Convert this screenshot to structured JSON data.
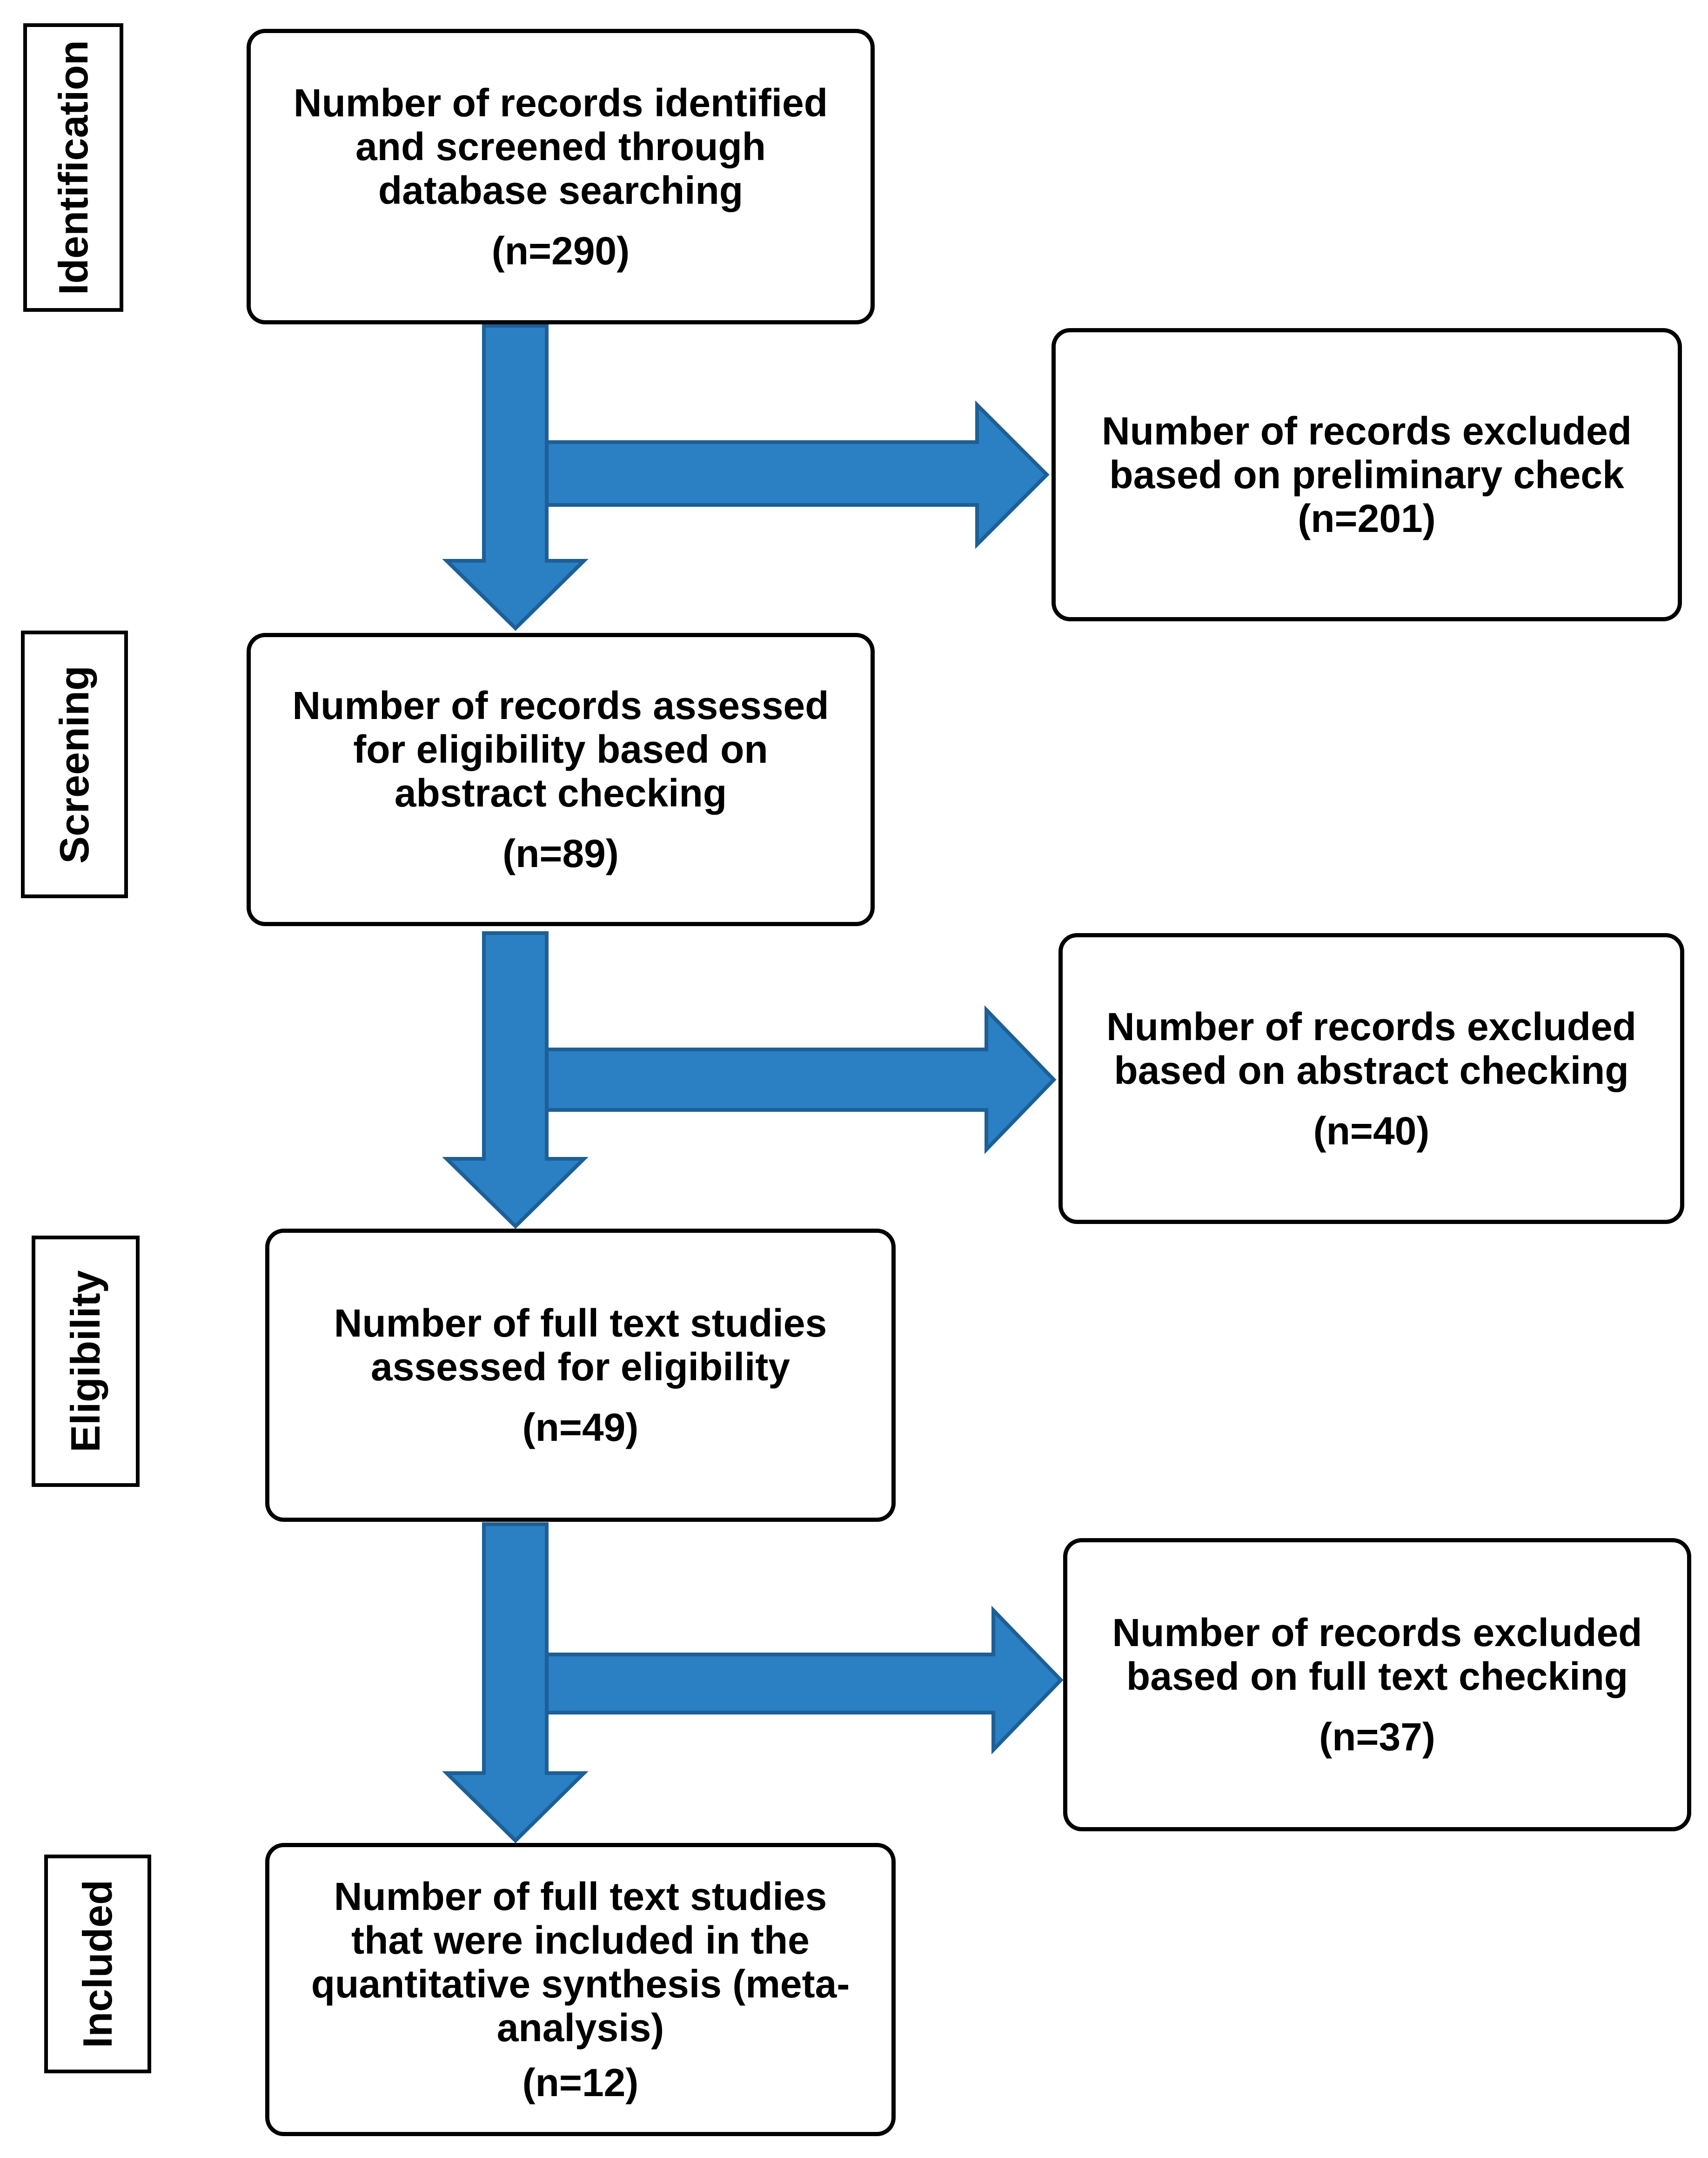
{
  "stages": [
    {
      "label": "Identification"
    },
    {
      "label": "Screening"
    },
    {
      "label": "Eligibility"
    },
    {
      "label": "Included"
    }
  ],
  "boxes": {
    "identified": {
      "lines": [
        "Number of records identified",
        "and screened through",
        "database searching"
      ],
      "count": "(n=290)"
    },
    "excluded_preliminary": {
      "lines": [
        "Number of records excluded",
        "based on preliminary check"
      ],
      "count": "(n=201)"
    },
    "assessed_abstract": {
      "lines": [
        "Number of records assessed",
        "for eligibility based on",
        "abstract checking"
      ],
      "count": "(n=89)"
    },
    "excluded_abstract": {
      "lines": [
        "Number of records excluded",
        "based on abstract checking"
      ],
      "count": "(n=40)"
    },
    "fulltext_assessed": {
      "lines": [
        "Number of full text studies",
        "assessed for eligibility"
      ],
      "count": "(n=49)"
    },
    "excluded_fulltext": {
      "lines": [
        "Number of records excluded",
        "based on full text checking"
      ],
      "count": "(n=37)"
    },
    "included": {
      "lines": [
        "Number of full text studies",
        "that were included in the",
        "quantitative synthesis (meta-",
        "analysis)"
      ],
      "count": "(n=12)"
    }
  },
  "colors": {
    "arrow_fill": "#2b7fc3",
    "arrow_stroke": "#1d5f96",
    "border": "#000000"
  }
}
